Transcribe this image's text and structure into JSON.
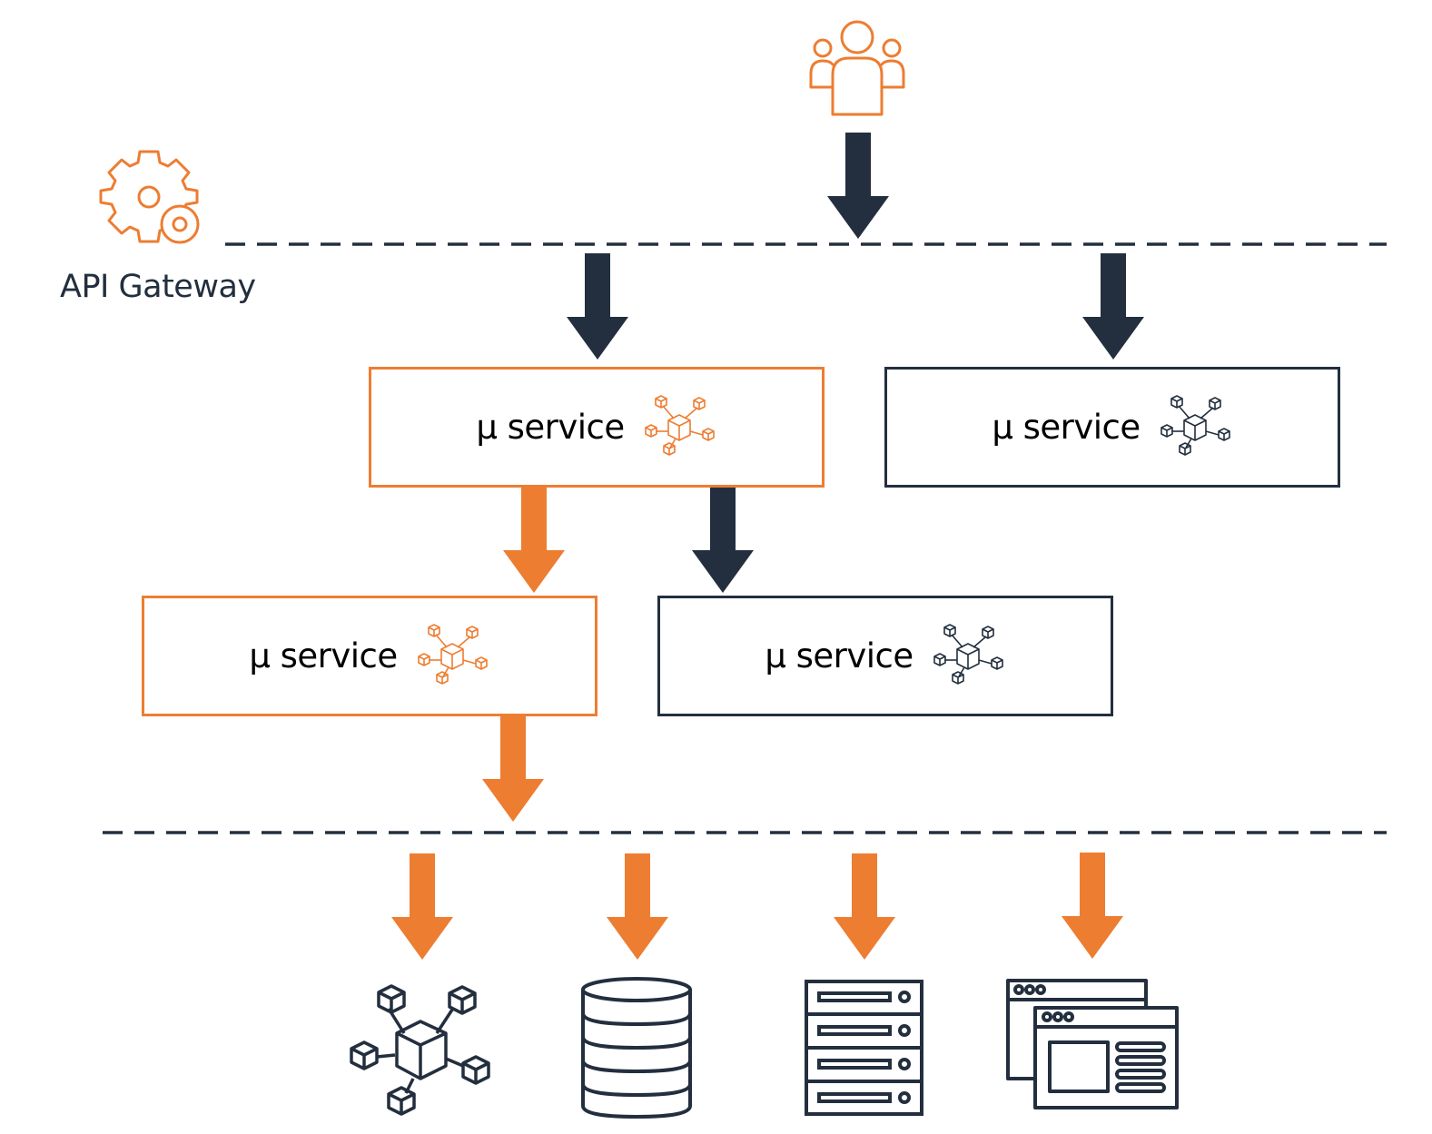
{
  "gateway": {
    "label": "API Gateway"
  },
  "services": [
    {
      "label": "μ service",
      "style": "orange"
    },
    {
      "label": "μ service",
      "style": "dark"
    },
    {
      "label": "μ service",
      "style": "orange"
    },
    {
      "label": "μ service",
      "style": "dark"
    }
  ],
  "resources": [
    {
      "icon": "microservice-network-icon"
    },
    {
      "icon": "database-icon"
    },
    {
      "icon": "server-rack-icon"
    },
    {
      "icon": "browser-windows-icon"
    }
  ],
  "colors": {
    "accent": "#ed7d31",
    "dark": "#232f3e"
  }
}
